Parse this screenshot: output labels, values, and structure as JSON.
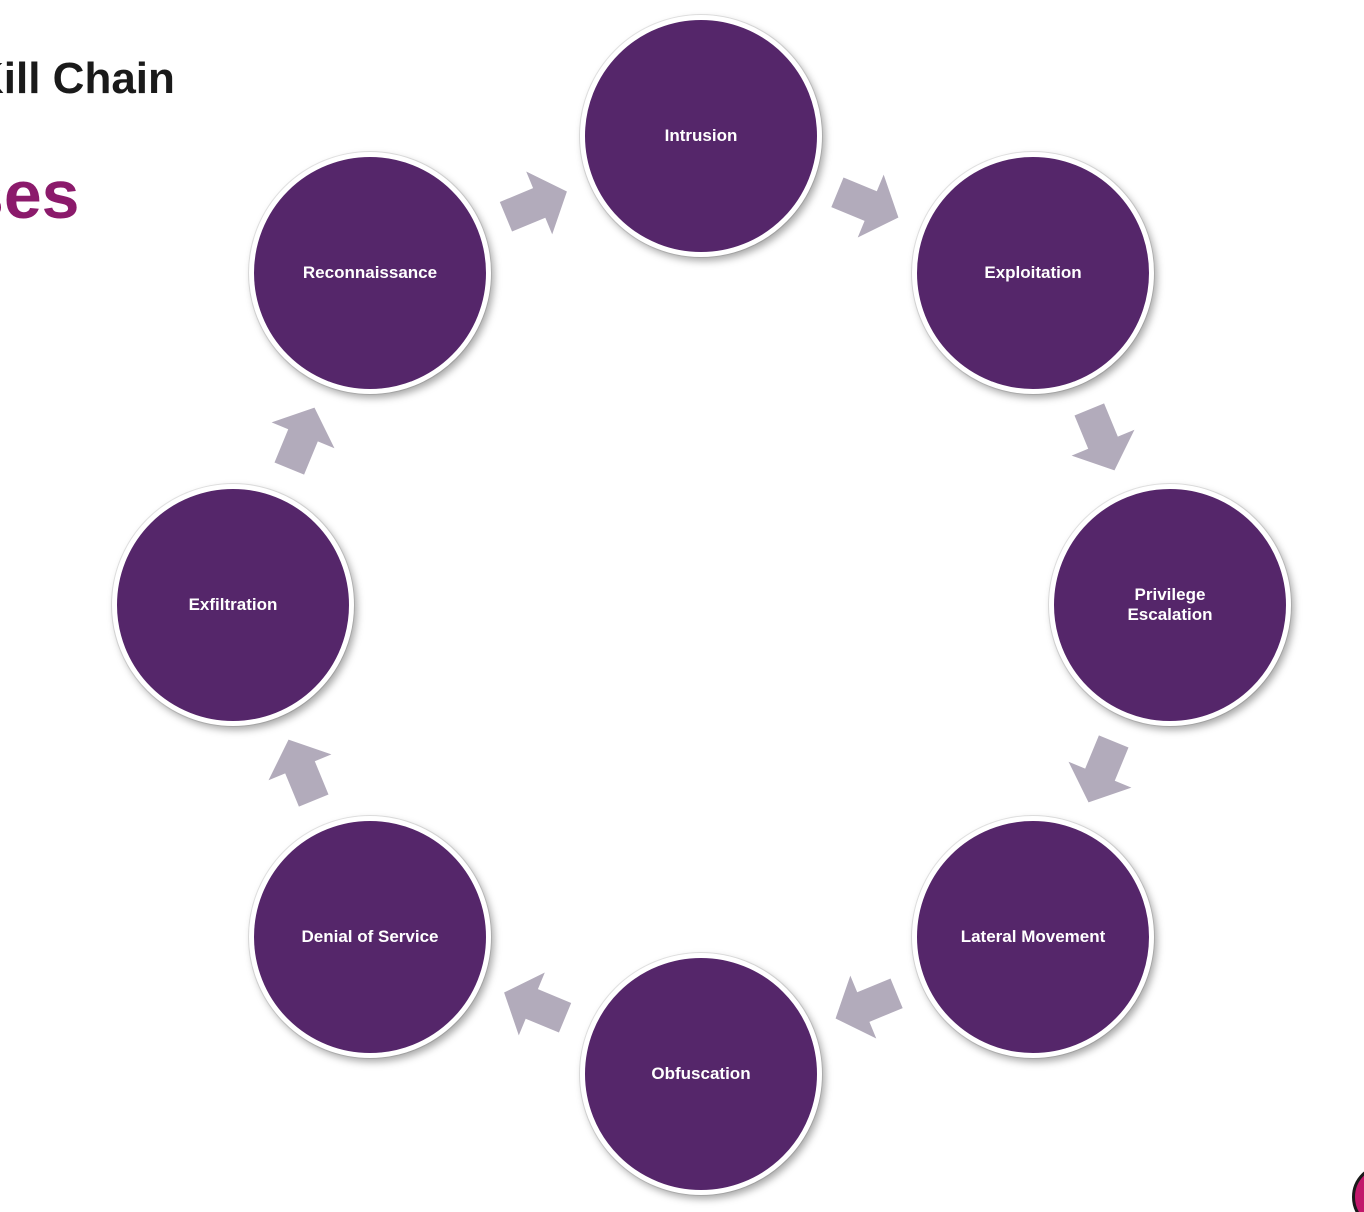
{
  "header": {
    "title": "Kill Chain",
    "subtitle": "ses"
  },
  "diagram": {
    "node_color": "#55266a",
    "arrow_color": "#b2abbb",
    "nodes": [
      {
        "id": "intrusion",
        "label": "Intrusion"
      },
      {
        "id": "exploitation",
        "label": "Exploitation"
      },
      {
        "id": "privilege-escalation",
        "label": "Privilege\nEscalation"
      },
      {
        "id": "lateral-movement",
        "label": "Lateral Movement"
      },
      {
        "id": "obfuscation",
        "label": "Obfuscation"
      },
      {
        "id": "denial-of-service",
        "label": "Denial of Service"
      },
      {
        "id": "exfiltration",
        "label": "Exfiltration"
      },
      {
        "id": "reconnaissance",
        "label": "Reconnaissance"
      }
    ],
    "edges": [
      {
        "from": "reconnaissance",
        "to": "intrusion"
      },
      {
        "from": "intrusion",
        "to": "exploitation"
      },
      {
        "from": "exploitation",
        "to": "privilege-escalation"
      },
      {
        "from": "privilege-escalation",
        "to": "lateral-movement"
      },
      {
        "from": "lateral-movement",
        "to": "obfuscation"
      },
      {
        "from": "obfuscation",
        "to": "denial-of-service"
      },
      {
        "from": "denial-of-service",
        "to": "exfiltration"
      },
      {
        "from": "exfiltration",
        "to": "reconnaissance"
      }
    ]
  },
  "logo": {
    "color": "#c2186b"
  }
}
